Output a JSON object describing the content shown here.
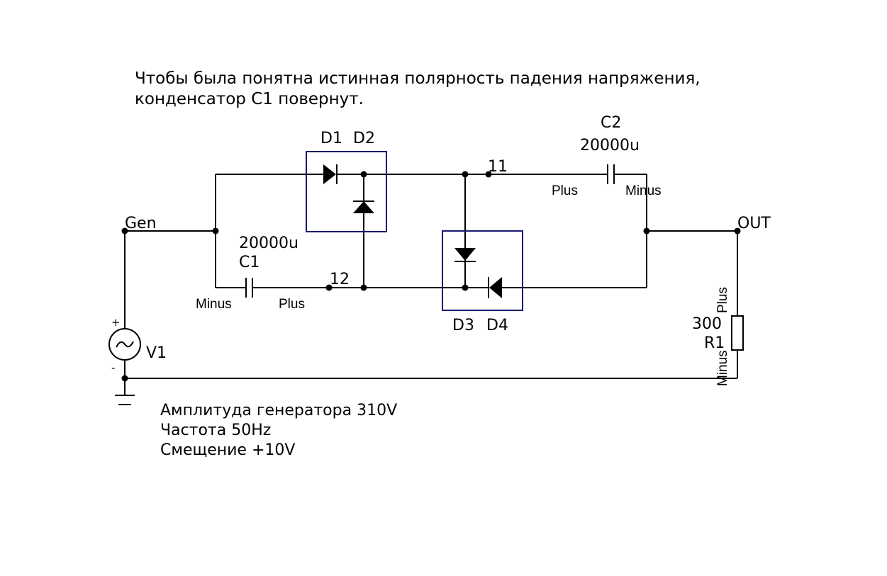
{
  "note": {
    "line1": "Чтобы была понятна истинная полярность падения напряжения,",
    "line2": "конденсатор C1 повернут."
  },
  "generator_info": {
    "line1": "Амплитуда генератора 310V",
    "line2": "Частота 50Hz",
    "line3": "Смещение +10V"
  },
  "components": {
    "diodes_top_box": {
      "d1": "D1",
      "d2": "D2"
    },
    "diodes_bottom_box": {
      "d3": "D3",
      "d4": "D4"
    },
    "c1": {
      "name": "C1",
      "value": "20000u",
      "minus": "Minus",
      "plus": "Plus"
    },
    "c2": {
      "name": "C2",
      "value": "20000u",
      "minus": "Minus",
      "plus": "Plus"
    },
    "r1": {
      "name": "R1",
      "value": "300",
      "minus": "Minus",
      "plus": "Plus"
    },
    "v1": {
      "name": "V1",
      "plus_sign": "+",
      "minus_sign": "-"
    }
  },
  "nodes": {
    "gen": "Gen",
    "out": "OUT",
    "n11": "11",
    "n12": "12"
  },
  "colors": {
    "wire": "#000000",
    "box": "#1a1a6e",
    "background": "#ffffff"
  }
}
